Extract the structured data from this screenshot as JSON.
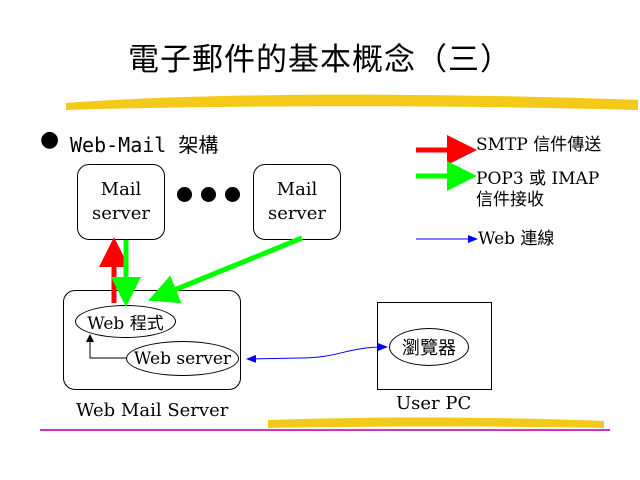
{
  "slide": {
    "title": "電子郵件的基本概念（三）",
    "bullet": "Web-Mail  架構"
  },
  "nodes": {
    "mail_server_left": "Mail\nserver",
    "mail_server_right": "Mail\nserver",
    "web_program": "Web 程式",
    "web_server": "Web server",
    "web_mail_server_label": "Web Mail Server",
    "browser": "瀏覽器",
    "user_pc_label": "User PC"
  },
  "legend": {
    "smtp": "SMTP  信件傳送",
    "pop3_line1": "POP3 或 IMAP",
    "pop3_line2": "信件接收",
    "web": "Web 連線"
  },
  "colors": {
    "smtp": "#ff0000",
    "pop3": "#00ff00",
    "web": "#0000ff",
    "highlight": "#f2c400",
    "rule": "#cc33cc"
  }
}
